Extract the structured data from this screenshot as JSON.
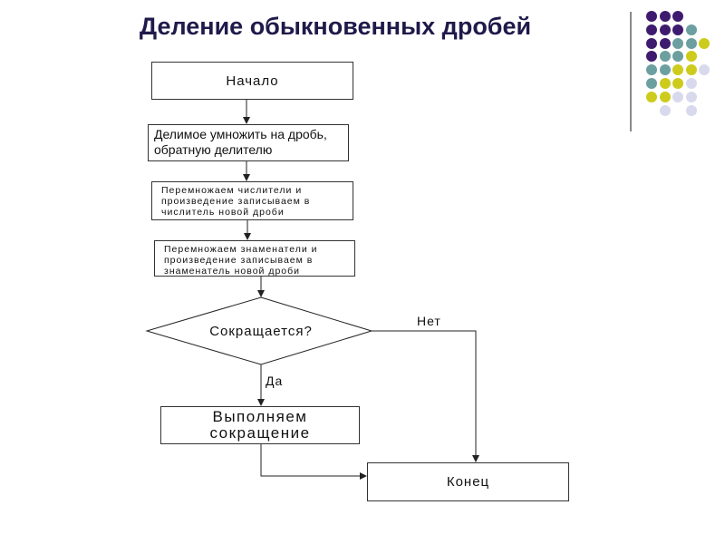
{
  "slide": {
    "title": "Деление обыкновенных дробей"
  },
  "colors": {
    "purple": "#3e1b6e",
    "teal": "#6c9f9f",
    "yellow": "#cdcb1c",
    "lavender": "#d9d9ee"
  },
  "decor_dots": [
    [
      "purple",
      "purple",
      "purple",
      null,
      null
    ],
    [
      "purple",
      "purple",
      "purple",
      "teal",
      null
    ],
    [
      "purple",
      "purple",
      "teal",
      "teal",
      "yellow"
    ],
    [
      "purple",
      "teal",
      "teal",
      "yellow",
      null
    ],
    [
      "teal",
      "teal",
      "yellow",
      "yellow",
      "lavender"
    ],
    [
      "teal",
      "yellow",
      "yellow",
      "lavender",
      null
    ],
    [
      "yellow",
      "yellow",
      "lavender",
      "lavender",
      null
    ],
    [
      null,
      "lavender",
      null,
      "lavender",
      null
    ]
  ],
  "flowchart": {
    "start": "Начало",
    "step1": "Делимое умножить на дробь, обратную делителю",
    "step2": "Перемножаем числители и произведение записываем в числитель новой дроби",
    "step3": "Перемножаем знаменатели и произведение записываем в знаменатель новой дроби",
    "decision": "Сокращается?",
    "no_label": "Нет",
    "yes_label": "Да",
    "reduce": "Выполняем сокращение",
    "end": "Конец"
  }
}
